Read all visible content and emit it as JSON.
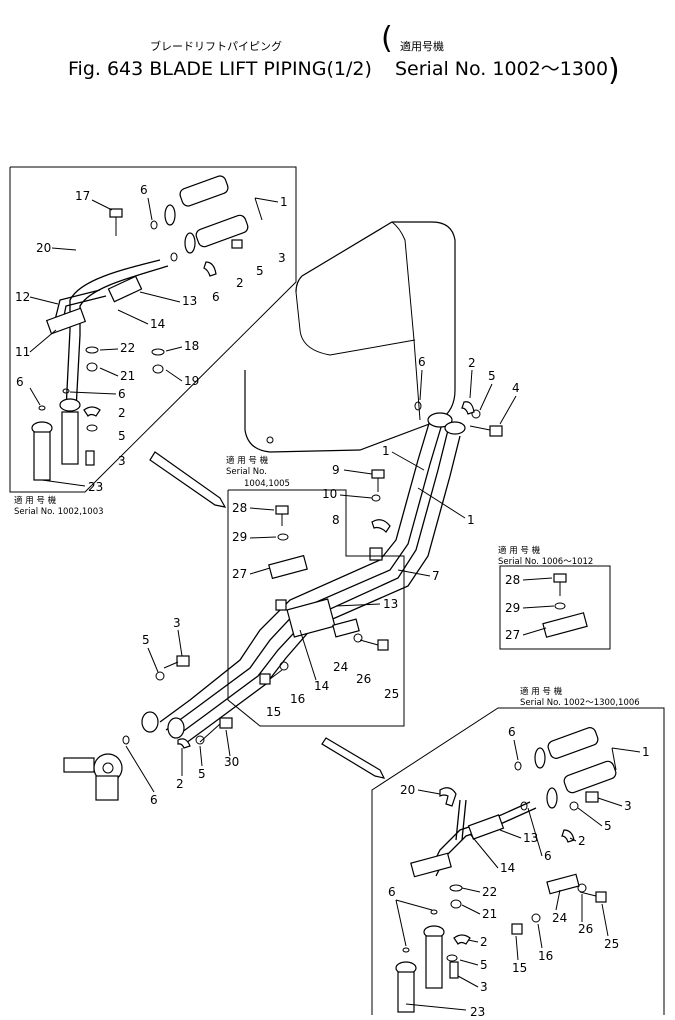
{
  "header": {
    "jp_title": "ブレードリフトパイピング",
    "title": "Fig. 643 BLADE LIFT PIPING(1/2)",
    "serial_jp": "適用号機",
    "serial": "Serial No. 1002～1300"
  },
  "insets": {
    "top_left": {
      "jp": "適 用 号 機",
      "serial": "Serial No. 1002,1003"
    },
    "center": {
      "jp": "適 用 号 機",
      "serial": "Serial No.",
      "serial2": "1004,1005"
    },
    "right": {
      "jp": "適 用 号 機",
      "serial": "Serial No. 1006～1012"
    },
    "bottom_right": {
      "jp": "適 用 号 機",
      "serial": "Serial No. 1002～1300,1006"
    }
  },
  "callouts": {
    "tl": [
      "17",
      "6",
      "1",
      "20",
      "3",
      "5",
      "2",
      "6",
      "12",
      "13",
      "14",
      "11",
      "22",
      "18",
      "21",
      "19",
      "6",
      "6",
      "2",
      "5",
      "3",
      "23"
    ],
    "main": [
      "6",
      "2",
      "5",
      "4",
      "1",
      "9",
      "10",
      "8",
      "1",
      "7",
      "13",
      "3",
      "5",
      "24",
      "26",
      "25",
      "14",
      "15",
      "16",
      "2",
      "5",
      "30",
      "6"
    ],
    "center": [
      "28",
      "29",
      "27"
    ],
    "right": [
      "28",
      "29",
      "27"
    ],
    "br": [
      "6",
      "1",
      "20",
      "3",
      "5",
      "13",
      "2",
      "6",
      "14",
      "22",
      "21",
      "24",
      "26",
      "25",
      "6",
      "2",
      "5",
      "3",
      "15",
      "16",
      "23"
    ]
  },
  "icons": [
    "tank-icon",
    "cylinder-icon",
    "pipe-icon",
    "clamp-icon",
    "bolt-icon",
    "o-ring-icon",
    "valve-icon",
    "arrow-icon"
  ]
}
